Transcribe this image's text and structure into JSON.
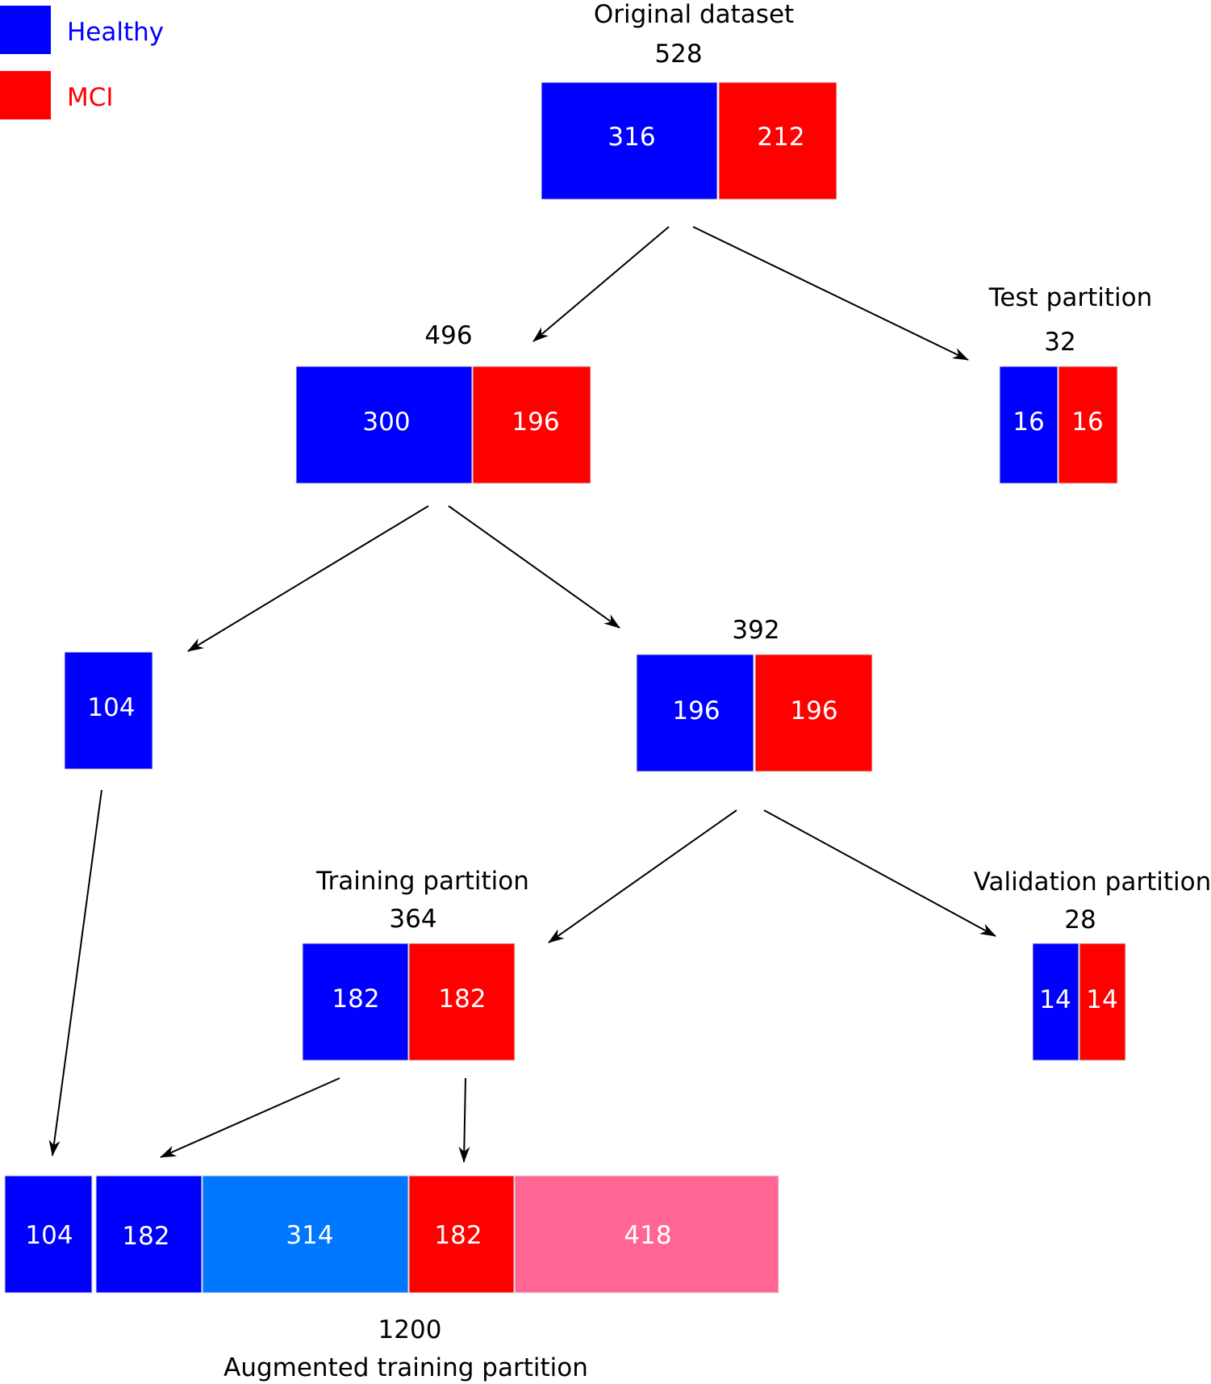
{
  "colors": {
    "healthy": "#0000ff",
    "mci": "#ff0000",
    "healthy_augmented": "#0077ff",
    "mci_augmented": "#ff6694"
  },
  "legend": [
    {
      "label": "Healthy",
      "color": "#0000ff",
      "icon": "blue-square"
    },
    {
      "label": "MCI",
      "color": "#ff0000",
      "icon": "red-square"
    }
  ],
  "nodes": {
    "original": {
      "title": "Original dataset",
      "total": "528",
      "healthy": "316",
      "mci": "212"
    },
    "remaining": {
      "title": "",
      "total": "496",
      "healthy": "300",
      "mci": "196"
    },
    "test": {
      "title": "Test partition",
      "total": "32",
      "healthy": "16",
      "mci": "16"
    },
    "excess_healthy": {
      "title": "",
      "total": "",
      "healthy": "104"
    },
    "balanced": {
      "title": "",
      "total": "392",
      "healthy": "196",
      "mci": "196"
    },
    "training": {
      "title": "Training partition",
      "total": "364",
      "healthy": "182",
      "mci": "182"
    },
    "validation": {
      "title": "Validation partition",
      "total": "28",
      "healthy": "14",
      "mci": "14"
    },
    "augmented": {
      "title": "Augmented training partition",
      "total": "1200",
      "segments": [
        "104",
        "182",
        "314",
        "182",
        "418"
      ]
    }
  }
}
